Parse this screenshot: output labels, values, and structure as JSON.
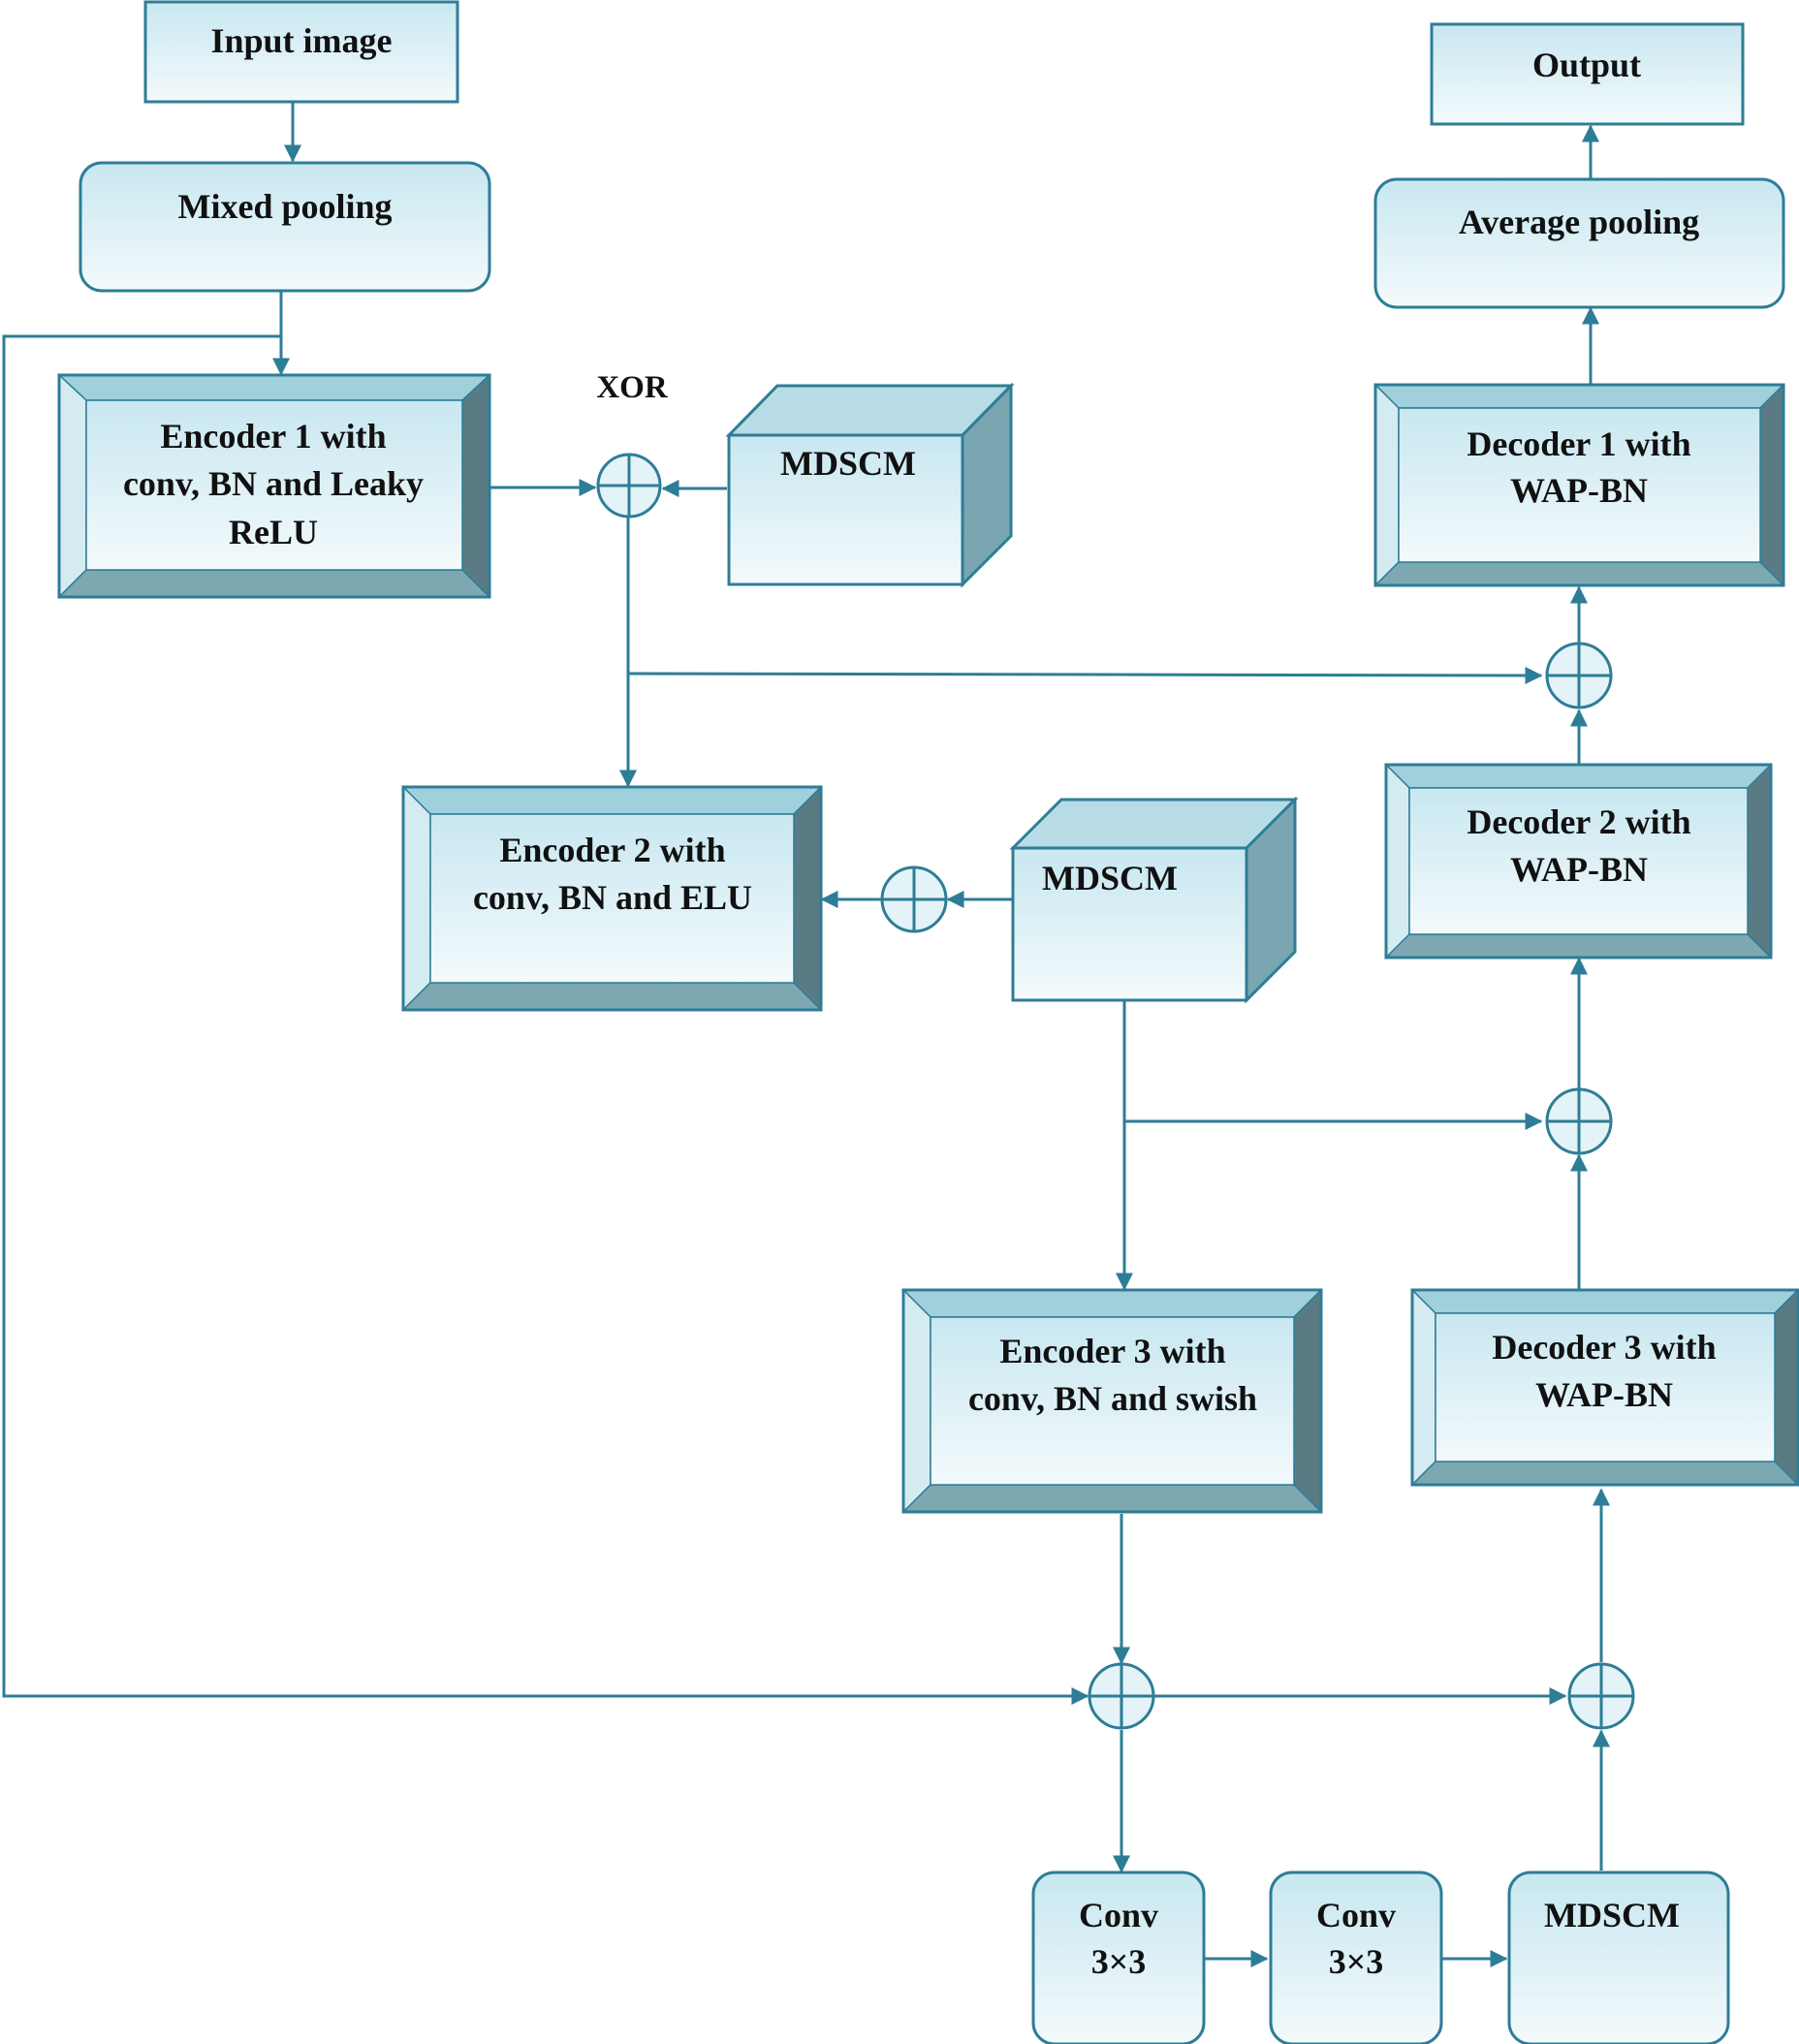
{
  "colors": {
    "line": "#2e7d96",
    "box_fill_top": "#c8e7f0",
    "box_fill_bottom": "#f3fafc",
    "bevel_top": "#9fd0dc",
    "bevel_left": "#d4ebf1",
    "bevel_right": "#5a7b84",
    "bevel_bottom": "#7da8b2",
    "cube_side": "#7aa6b1",
    "cube_top": "#b8dce5"
  },
  "nodes": {
    "input_image": "Input image",
    "mixed_pooling": "Mixed pooling",
    "encoder1": [
      "Encoder 1 with",
      "conv, BN and Leaky",
      "ReLU"
    ],
    "xor_label": "XOR",
    "mdscm1": "MDSCM",
    "encoder2": [
      "Encoder 2 with",
      "conv, BN and ELU"
    ],
    "mdscm2": "MDSCM",
    "encoder3": [
      "Encoder 3 with",
      "conv, BN and swish"
    ],
    "conv1": [
      "Conv",
      "3×3"
    ],
    "conv2": [
      "Conv",
      "3×3"
    ],
    "mdscm3": "MDSCM",
    "decoder3": [
      "Decoder 3 with",
      "WAP-BN"
    ],
    "decoder2": [
      "Decoder 2 with",
      "WAP-BN"
    ],
    "decoder1": [
      "Decoder 1 with",
      "WAP-BN"
    ],
    "average_pooling": "Average pooling",
    "output": "Output"
  }
}
